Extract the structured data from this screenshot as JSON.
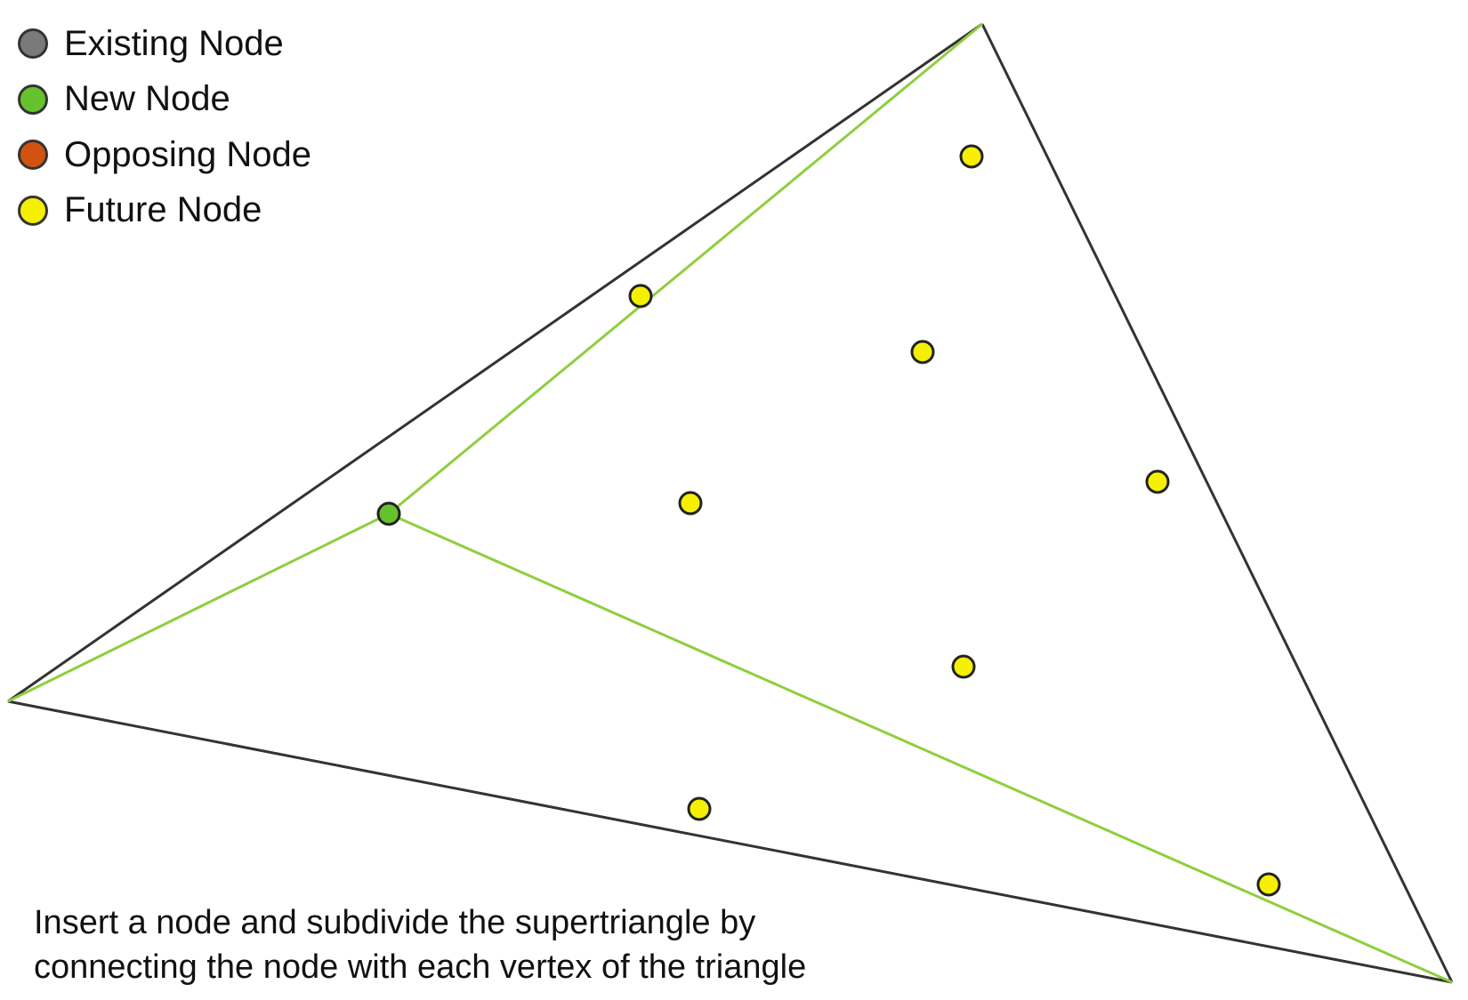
{
  "legend": [
    {
      "label": "Existing Node",
      "color": "#7a7a7a"
    },
    {
      "label": "New Node",
      "color": "#66c22c"
    },
    {
      "label": "Opposing Node",
      "color": "#d2520f"
    },
    {
      "label": "Future Node",
      "color": "#f5f000"
    }
  ],
  "caption": {
    "line1": "Insert a node and subdivide the supertriangle by",
    "line2": "connecting the node with each vertex of the triangle"
  },
  "colors": {
    "triangle_edge": "#333333",
    "connector": "#8fce3f",
    "node_outline": "#222222"
  }
}
